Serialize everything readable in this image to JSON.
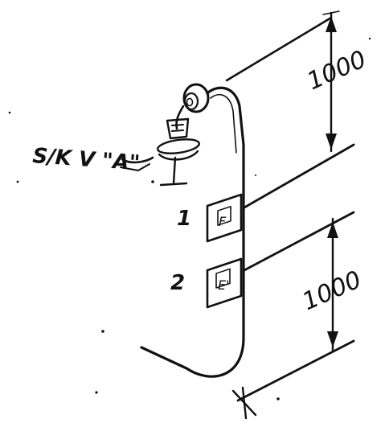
{
  "valve_label": "S/K V \"A\"",
  "upper_dimension": "1000",
  "lower_dimension": "1000",
  "label_1": "1",
  "label_2": "2",
  "plate_1_mark": "F",
  "plate_2_mark": "E'"
}
